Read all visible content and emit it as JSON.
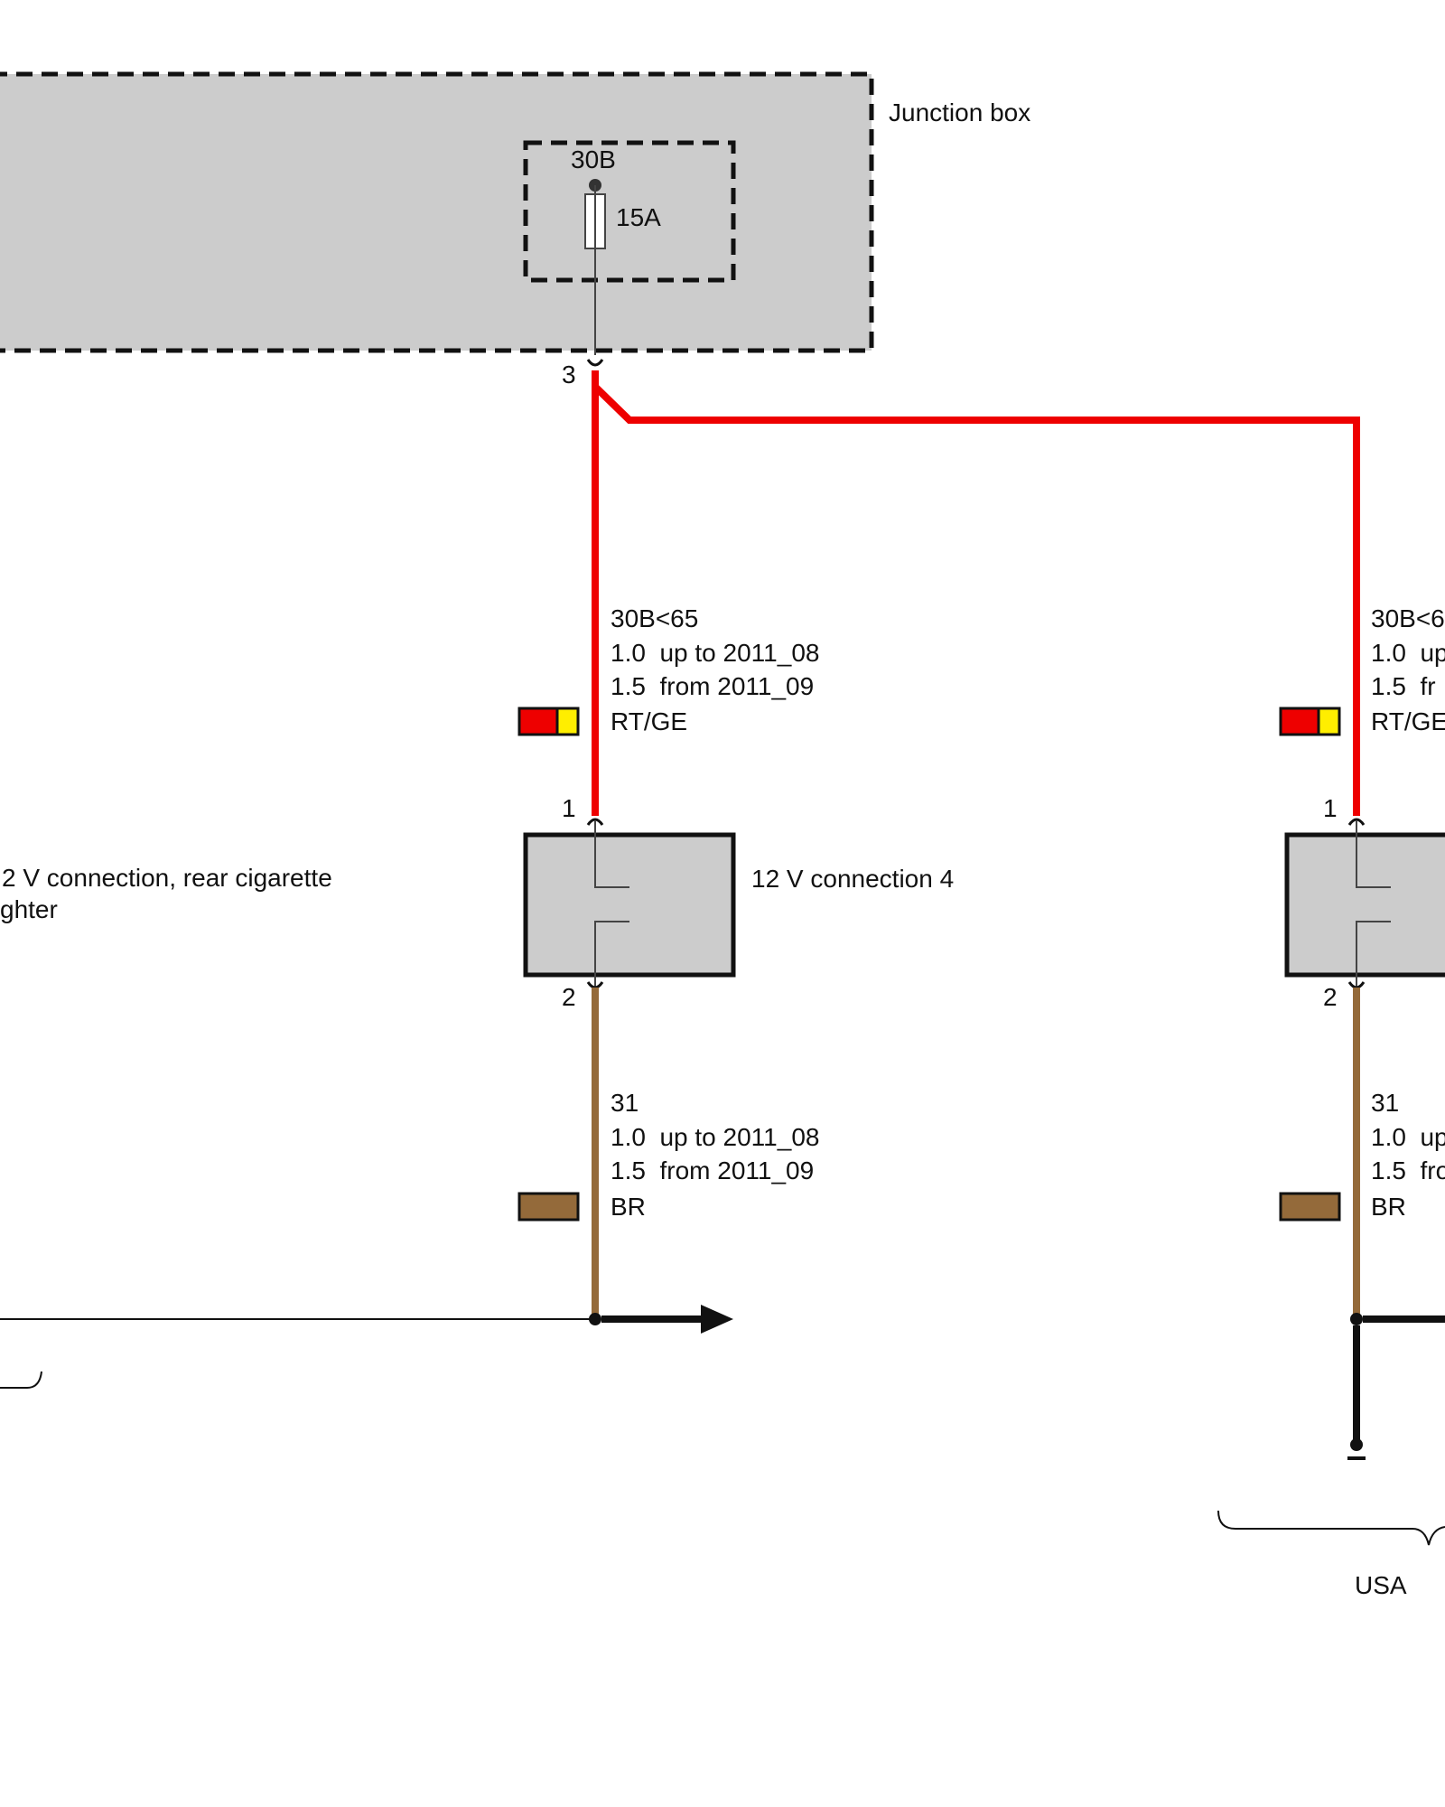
{
  "colors": {
    "box_fill": "#cccccc",
    "wire_red": "#ee0000",
    "wire_brown": "#946a3a",
    "swatch_yellow": "#ffee00",
    "swatch_red": "#ee0000",
    "swatch_brown": "#946a3a",
    "line": "#111111"
  },
  "junction_box": {
    "label": "Junction box",
    "fuse_terminal": "30B",
    "fuse_rating": "15A",
    "pin": "3"
  },
  "wire_supply": {
    "circuit": "30B<65",
    "size_old": "1.0  up to 2011_08",
    "size_new": "1.5  from 2011_09",
    "color_code": "RT/GE"
  },
  "wire_ground": {
    "circuit": "31",
    "size_old": "1.0  up to 2011_08",
    "size_new": "1.5  from 2011_09",
    "color_code": "BR"
  },
  "connection_left": {
    "label_line1": "2 V connection, rear cigarette",
    "label_line2": "ghter"
  },
  "connection_4": {
    "label": "12 V connection 4",
    "pin_top": "1",
    "pin_bottom": "2"
  },
  "connection_right": {
    "pin_top": "1",
    "pin_bottom": "2"
  },
  "right_supply": {
    "circuit": "30B<6",
    "size_old": "1.0  up",
    "size_new": "1.5  fr",
    "color_code": "RT/GE"
  },
  "right_ground": {
    "circuit": "31",
    "size_old": "1.0  up",
    "size_new": "1.5  fro",
    "color_code": "BR"
  },
  "region_label": "USA"
}
